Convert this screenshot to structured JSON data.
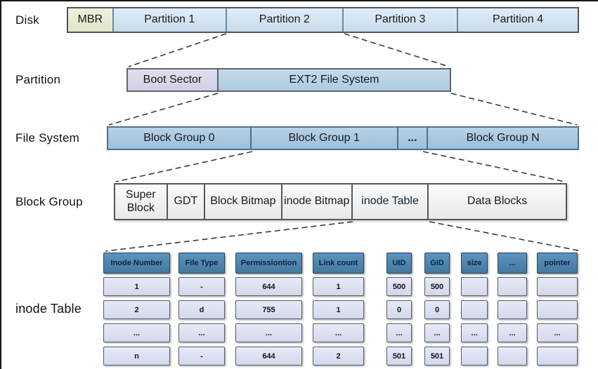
{
  "layers": {
    "disk": {
      "label": "Disk",
      "cells": {
        "mbr": "MBR",
        "p1": "Partition 1",
        "p2": "Partition 2",
        "p3": "Partition 3",
        "p4": "Partition 4"
      }
    },
    "partition": {
      "label": "Partition",
      "cells": {
        "boot": "Boot Sector",
        "ext2": "EXT2 File System"
      }
    },
    "filesystem": {
      "label": "File System",
      "cells": {
        "bg0": "Block Group 0",
        "bg1": "Block Group 1",
        "dots": "...",
        "bgn": "Block Group N"
      }
    },
    "blockgroup": {
      "label": "Block Group",
      "cells": {
        "super": "Super Block",
        "gdt": "GDT",
        "bbitmap": "Block Bitmap",
        "ibitmap": "inode Bitmap",
        "itable": "inode Table",
        "data": "Data Blocks"
      }
    },
    "inode_table": {
      "label": "inode Table",
      "headers": [
        "Inode Number",
        "File Type",
        "Permissiontion",
        "Link count",
        "UID",
        "GID",
        "size",
        "...",
        "pointer"
      ],
      "rows": [
        [
          "1",
          "-",
          "644",
          "1",
          "500",
          "500",
          "",
          "",
          ""
        ],
        [
          "2",
          "d",
          "755",
          "1",
          "0",
          "0",
          "",
          "",
          ""
        ],
        [
          "...",
          "...",
          "...",
          "...",
          "...",
          "...",
          "...",
          "...",
          "..."
        ],
        [
          "n",
          "-",
          "644",
          "2",
          "501",
          "501",
          "",
          "",
          ""
        ]
      ]
    }
  },
  "colors": {
    "mbr_bg": "#e9ead3",
    "partition_bg": "#cfe0ef",
    "boot_sector_bg": "#d8d8ea",
    "ext2_bg": "#b9d2e6",
    "block_group_bg": "#aacae3",
    "blockgroup_cell_bg": "#f2f2f2",
    "inode_table_cell_bg": "#3e7cba",
    "table_header_bg": "#4e88b5",
    "table_cell_bg": "#dde2f2",
    "connector_line": "#3a3a3a"
  }
}
